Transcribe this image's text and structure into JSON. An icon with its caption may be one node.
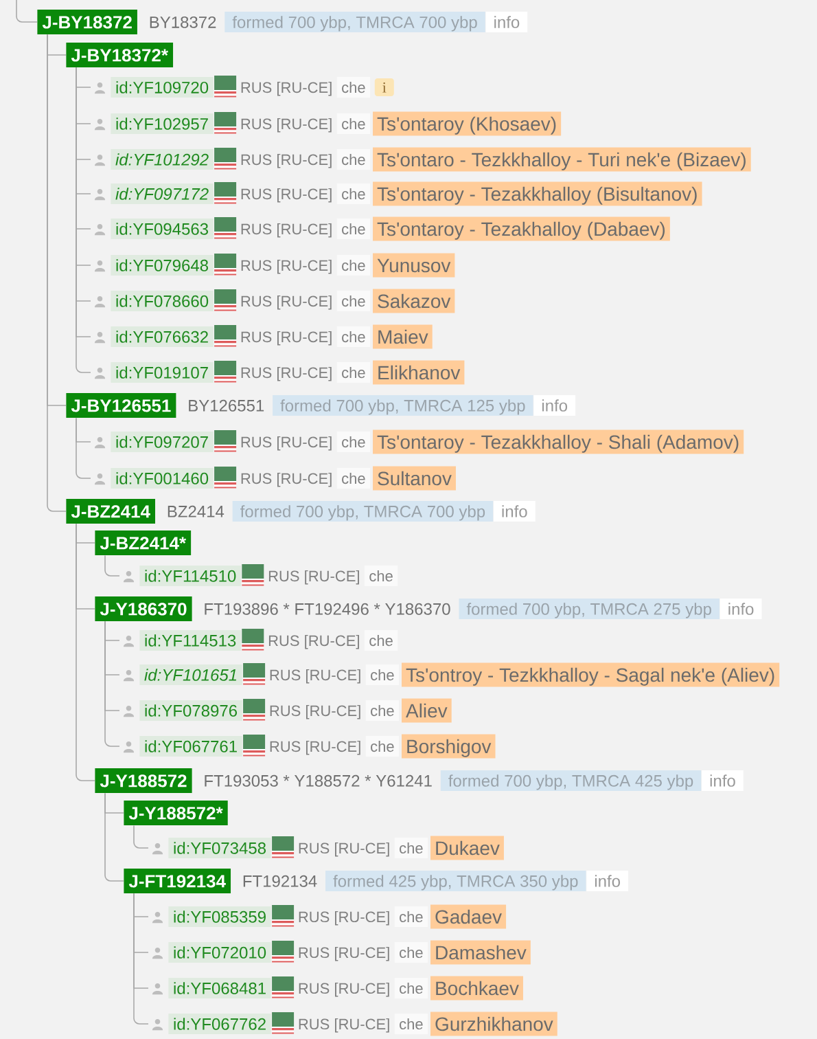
{
  "diagram": {
    "nodes": [
      {
        "text": [
          "J-BY18372"
        ],
        "beside": [
          "BY18372",
          "formed 700 ybp, TMRCA 700 ybp",
          "info"
        ]
      },
      {
        "text": [
          "J-BY18372*"
        ]
      },
      {
        "text": [
          "id:YF109720"
        ],
        "beside": [
          "RUS [RU-CE]",
          "che",
          "i"
        ]
      },
      {
        "text": [
          "id:YF102957"
        ],
        "beside": [
          "RUS [RU-CE]",
          "che",
          "Ts'ontaroy (Khosaev)"
        ]
      },
      {
        "text": [
          "id:YF101292"
        ],
        "beside": [
          "RUS [RU-CE]",
          "che",
          "Ts'ontaro - Tezkkhalloy - Turi nek'e (Bizaev)"
        ]
      },
      {
        "text": [
          "id:YF097172"
        ],
        "beside": [
          "RUS [RU-CE]",
          "che",
          "Ts'ontaroy - Tezakkhalloy (Bisultanov)"
        ]
      },
      {
        "text": [
          "id:YF094563"
        ],
        "beside": [
          "RUS [RU-CE]",
          "che",
          "Ts'ontaroy - Tezakhalloy (Dabaev)"
        ]
      },
      {
        "text": [
          "id:YF079648"
        ],
        "beside": [
          "RUS [RU-CE]",
          "che",
          "Yunusov"
        ]
      },
      {
        "text": [
          "id:YF078660"
        ],
        "beside": [
          "RUS [RU-CE]",
          "che",
          "Sakazov"
        ]
      },
      {
        "text": [
          "id:YF076632"
        ],
        "beside": [
          "RUS [RU-CE]",
          "che",
          "Maiev"
        ]
      },
      {
        "text": [
          "id:YF019107"
        ],
        "beside": [
          "RUS [RU-CE]",
          "che",
          "Elikhanov"
        ]
      },
      {
        "text": [
          "J-BY126551"
        ],
        "beside": [
          "BY126551",
          "formed 700 ybp, TMRCA 125 ybp",
          "info"
        ]
      },
      {
        "text": [
          "id:YF097207"
        ],
        "beside": [
          "RUS [RU-CE]",
          "che",
          "Ts'ontaroy - Tezakkhalloy - Shali (Adamov)"
        ]
      },
      {
        "text": [
          "id:YF001460"
        ],
        "beside": [
          "RUS [RU-CE]",
          "che",
          "Sultanov"
        ]
      },
      {
        "text": [
          "J-BZ2414"
        ],
        "beside": [
          "BZ2414",
          "formed 700 ybp, TMRCA 700 ybp",
          "info"
        ]
      },
      {
        "text": [
          "J-BZ2414*"
        ]
      },
      {
        "text": [
          "id:YF114510"
        ],
        "beside": [
          "RUS [RU-CE]",
          "che"
        ]
      },
      {
        "text": [
          "J-Y186370"
        ],
        "beside": [
          "FT193896 * FT192496 * Y186370",
          "formed 700 ybp, TMRCA 275 ybp",
          "info"
        ]
      },
      {
        "text": [
          "id:YF114513"
        ],
        "beside": [
          "RUS [RU-CE]",
          "che"
        ]
      },
      {
        "text": [
          "id:YF101651"
        ],
        "beside": [
          "RUS [RU-CE]",
          "che",
          "Ts'ontroy - Tezkkhalloy - Sagal nek'e (Aliev)"
        ]
      },
      {
        "text": [
          "id:YF078976"
        ],
        "beside": [
          "RUS [RU-CE]",
          "che",
          "Aliev"
        ]
      },
      {
        "text": [
          "id:YF067761"
        ],
        "beside": [
          "RUS [RU-CE]",
          "che",
          "Borshigov"
        ]
      },
      {
        "text": [
          "J-Y188572"
        ],
        "beside": [
          "FT193053 * Y188572 * Y61241",
          "formed 700 ybp, TMRCA 425 ybp",
          "info"
        ]
      },
      {
        "text": [
          "J-Y188572*"
        ]
      },
      {
        "text": [
          "id:YF073458"
        ],
        "beside": [
          "RUS [RU-CE]",
          "che",
          "Dukaev"
        ]
      },
      {
        "text": [
          "J-FT192134"
        ],
        "beside": [
          "FT192134",
          "formed 425 ybp, TMRCA 350 ybp",
          "info"
        ]
      },
      {
        "text": [
          "id:YF085359"
        ],
        "beside": [
          "RUS [RU-CE]",
          "che",
          "Gadaev"
        ]
      },
      {
        "text": [
          "id:YF072010"
        ],
        "beside": [
          "RUS [RU-CE]",
          "che",
          "Damashev"
        ]
      },
      {
        "text": [
          "id:YF068481"
        ],
        "beside": [
          "RUS [RU-CE]",
          "che",
          "Bochkaev"
        ]
      },
      {
        "text": [
          "id:YF067762"
        ],
        "beside": [
          "RUS [RU-CE]",
          "che",
          "Gurzhikhanov"
        ]
      }
    ],
    "edges": [
      {
        "from": null,
        "to": 0,
        "arrow": "none"
      },
      {
        "from": 0,
        "to": 1,
        "arrow": "none"
      },
      {
        "from": 1,
        "to": 2,
        "arrow": "none"
      },
      {
        "from": 1,
        "to": 3,
        "arrow": "none"
      },
      {
        "from": 1,
        "to": 4,
        "arrow": "none"
      },
      {
        "from": 1,
        "to": 5,
        "arrow": "none"
      },
      {
        "from": 1,
        "to": 6,
        "arrow": "none"
      },
      {
        "from": 1,
        "to": 7,
        "arrow": "none"
      },
      {
        "from": 1,
        "to": 8,
        "arrow": "none"
      },
      {
        "from": 1,
        "to": 9,
        "arrow": "none"
      },
      {
        "from": 1,
        "to": 10,
        "arrow": "none"
      },
      {
        "from": 0,
        "to": 11,
        "arrow": "none"
      },
      {
        "from": 11,
        "to": 12,
        "arrow": "none"
      },
      {
        "from": 11,
        "to": 13,
        "arrow": "none"
      },
      {
        "from": 0,
        "to": 14,
        "arrow": "none"
      },
      {
        "from": 14,
        "to": 15,
        "arrow": "none"
      },
      {
        "from": 15,
        "to": 16,
        "arrow": "none"
      },
      {
        "from": 14,
        "to": 17,
        "arrow": "none"
      },
      {
        "from": 17,
        "to": 18,
        "arrow": "none"
      },
      {
        "from": 17,
        "to": 19,
        "arrow": "none"
      },
      {
        "from": 17,
        "to": 20,
        "arrow": "none"
      },
      {
        "from": 17,
        "to": 21,
        "arrow": "none"
      },
      {
        "from": 14,
        "to": 22,
        "arrow": "none"
      },
      {
        "from": 22,
        "to": 23,
        "arrow": "none"
      },
      {
        "from": 23,
        "to": 24,
        "arrow": "none"
      },
      {
        "from": 22,
        "to": 25,
        "arrow": "none"
      },
      {
        "from": 25,
        "to": 26,
        "arrow": "none"
      },
      {
        "from": 25,
        "to": 27,
        "arrow": "none"
      },
      {
        "from": 25,
        "to": 28,
        "arrow": "none"
      },
      {
        "from": 25,
        "to": 29,
        "arrow": "none"
      }
    ]
  }
}
